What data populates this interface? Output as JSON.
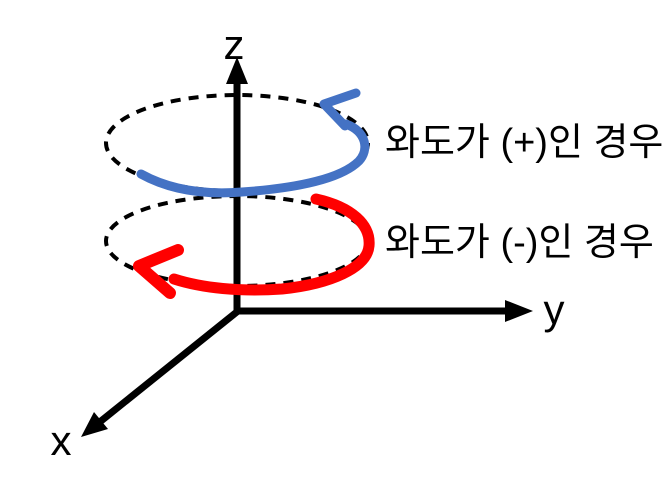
{
  "figure": {
    "background": "#ffffff",
    "axes": {
      "color": "#000000",
      "z_label": "z",
      "y_label": "y",
      "x_label": "x"
    },
    "arrows": {
      "positive": {
        "label": "와도가 (+)인 경우",
        "color": "#4472c4",
        "rotation": "counterclockwise"
      },
      "negative": {
        "label": "와도가 (-)인 경우",
        "color": "#ff0000",
        "rotation": "clockwise"
      }
    }
  }
}
